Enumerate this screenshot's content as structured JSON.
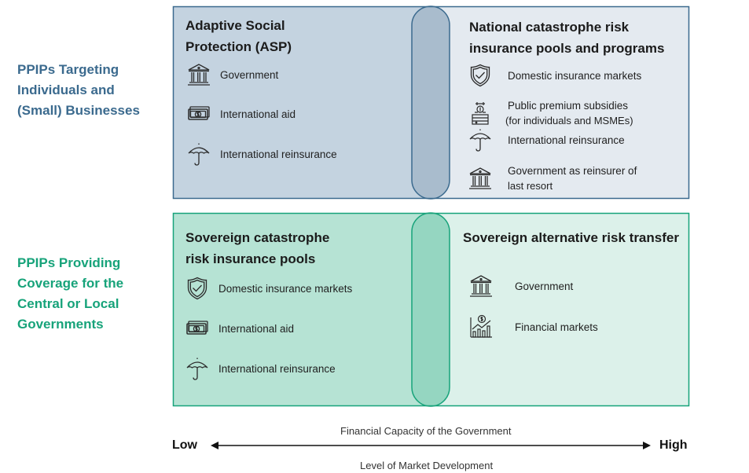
{
  "rows": {
    "top_label": [
      "PPIPs Targeting",
      "Individuals and",
      "(Small) Businesses"
    ],
    "bottom_label": [
      "PPIPs Providing",
      "Coverage for the",
      "Central or Local",
      "Governments"
    ]
  },
  "boxes": {
    "tl": {
      "title": [
        "Adaptive Social",
        "Protection (ASP)"
      ],
      "items": [
        {
          "icon": "bank-icon",
          "text": "Government"
        },
        {
          "icon": "money-icon",
          "text": "International aid"
        },
        {
          "icon": "umbrella-icon",
          "text": "International reinsurance"
        }
      ]
    },
    "tr": {
      "title": [
        "National catastrophe risk",
        "insurance pools and programs"
      ],
      "items": [
        {
          "icon": "shield-check-icon",
          "text": "Domestic insurance markets"
        },
        {
          "icon": "subsidy-icon",
          "text": "Public premium subsidies",
          "sub": "(for individuals and MSMEs)"
        },
        {
          "icon": "umbrella-icon",
          "text": "International reinsurance"
        },
        {
          "icon": "bank-icon",
          "text": "Government as reinsurer of",
          "sub": "last resort"
        }
      ]
    },
    "bl": {
      "title": [
        "Sovereign catastrophe",
        "risk insurance pools"
      ],
      "items": [
        {
          "icon": "shield-check-icon",
          "text": "Domestic insurance markets"
        },
        {
          "icon": "money-icon",
          "text": "International aid"
        },
        {
          "icon": "umbrella-icon",
          "text": "International reinsurance"
        }
      ]
    },
    "br": {
      "title": [
        "Sovereign alternative risk transfer"
      ],
      "items": [
        {
          "icon": "bank-icon",
          "text": "Government"
        },
        {
          "icon": "financial-chart-icon",
          "text": "Financial markets"
        }
      ]
    }
  },
  "axis": {
    "top_label": "Financial Capacity of the Government",
    "bottom_label": "Level of Market Development",
    "low": "Low",
    "high": "High"
  },
  "colors": {
    "top_left_fill": "#c4d3e0",
    "top_right_fill": "#e4eaf0",
    "top_overlap_fill": "#a9bccd",
    "top_border": "#3b6a8e",
    "bottom_left_fill": "#b6e3d4",
    "bottom_right_fill": "#dcf1ea",
    "bottom_overlap_fill": "#95d6c1",
    "bottom_border": "#17a37a"
  }
}
